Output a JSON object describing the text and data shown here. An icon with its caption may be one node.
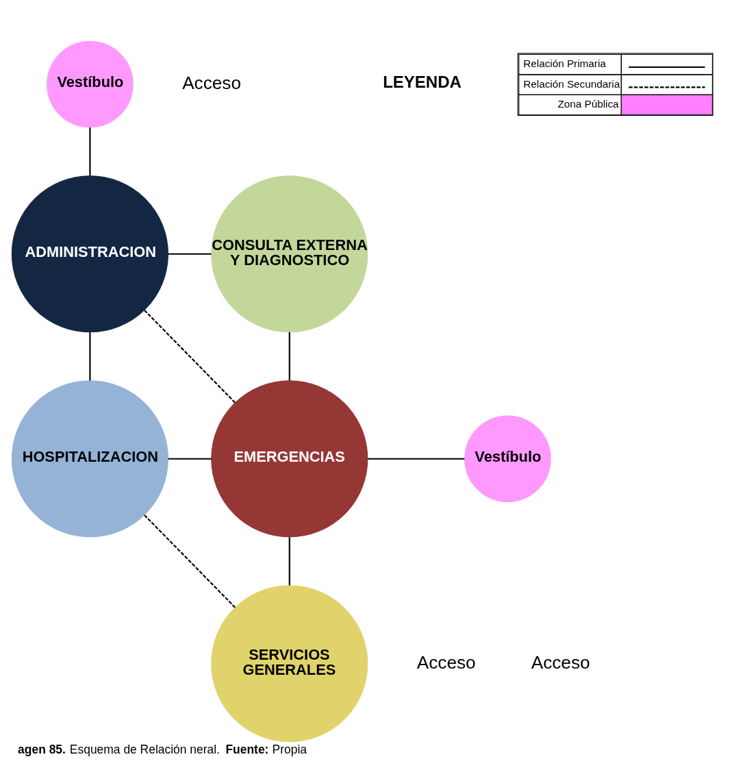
{
  "diagram": {
    "caption": "**agen 85.** Esquema de Relación neral. **Fuente:** Propia",
    "nodes": [
      {
        "text": [
          "Vestíbulo"
        ]
      },
      {
        "text": [
          "ADMINISTRACION"
        ]
      },
      {
        "text": [
          "CONSULTA EXTERNA Y DIAGNOSTICO"
        ]
      },
      {
        "text": [
          "HOSPITALIZACION"
        ]
      },
      {
        "text": [
          "EMERGENCIAS"
        ]
      },
      {
        "text": [
          "Vestíbulo"
        ]
      },
      {
        "text": [
          "SERVICIOS GENERALES"
        ]
      }
    ],
    "edges": [
      {
        "from": 0,
        "to": 1,
        "arrow": "none"
      },
      {
        "from": 1,
        "to": 2,
        "arrow": "none"
      },
      {
        "from": 1,
        "to": 3,
        "arrow": "none"
      },
      {
        "from": 1,
        "to": 4,
        "arrow": "none",
        "style": "dashed"
      },
      {
        "from": 2,
        "to": 4,
        "arrow": "none"
      },
      {
        "from": 3,
        "to": 4,
        "arrow": "none"
      },
      {
        "from": 4,
        "to": 5,
        "arrow": "none"
      },
      {
        "from": 4,
        "to": 6,
        "arrow": "none"
      },
      {
        "from": 3,
        "to": 6,
        "arrow": "none",
        "style": "dashed"
      }
    ],
    "labels": [
      "Acceso",
      "LEYENDA",
      "Acceso",
      "Acceso"
    ],
    "legend": [
      {
        "text": "Relación Primaria"
      },
      {
        "text": "Relación Secundaria"
      },
      {
        "text": "Zona Pública",
        "color": "#ff80ff"
      }
    ]
  }
}
